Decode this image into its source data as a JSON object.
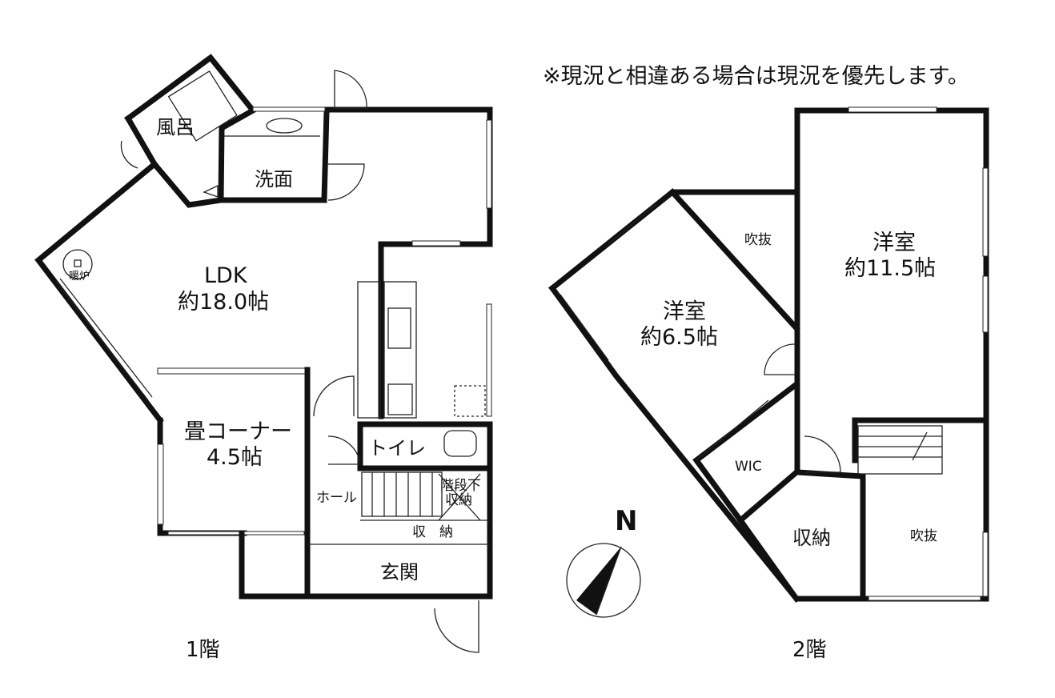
{
  "notice": "※現況と相違ある場合は現況を優先します。",
  "floor1": {
    "label": "1階",
    "rooms": {
      "bath": "風呂",
      "washroom": "洗面",
      "ldk_name": "LDK",
      "ldk_size": "約18.0帖",
      "fireplace": "暖炉",
      "tatami_name": "畳コーナー",
      "tatami_size": "4.5帖",
      "toilet": "トイレ",
      "hall": "ホール",
      "understair_1": "階段下",
      "understair_2": "収納",
      "storage": "収　納",
      "entrance": "玄関"
    }
  },
  "floor2": {
    "label": "2階",
    "rooms": {
      "void_top": "吹抜",
      "western_large_name": "洋室",
      "western_large_size": "約11.5帖",
      "western_small_name": "洋室",
      "western_small_size": "約6.5帖",
      "wic": "WIC",
      "storage": "収納",
      "void_bottom": "吹抜"
    }
  },
  "compass": {
    "label": "N"
  }
}
